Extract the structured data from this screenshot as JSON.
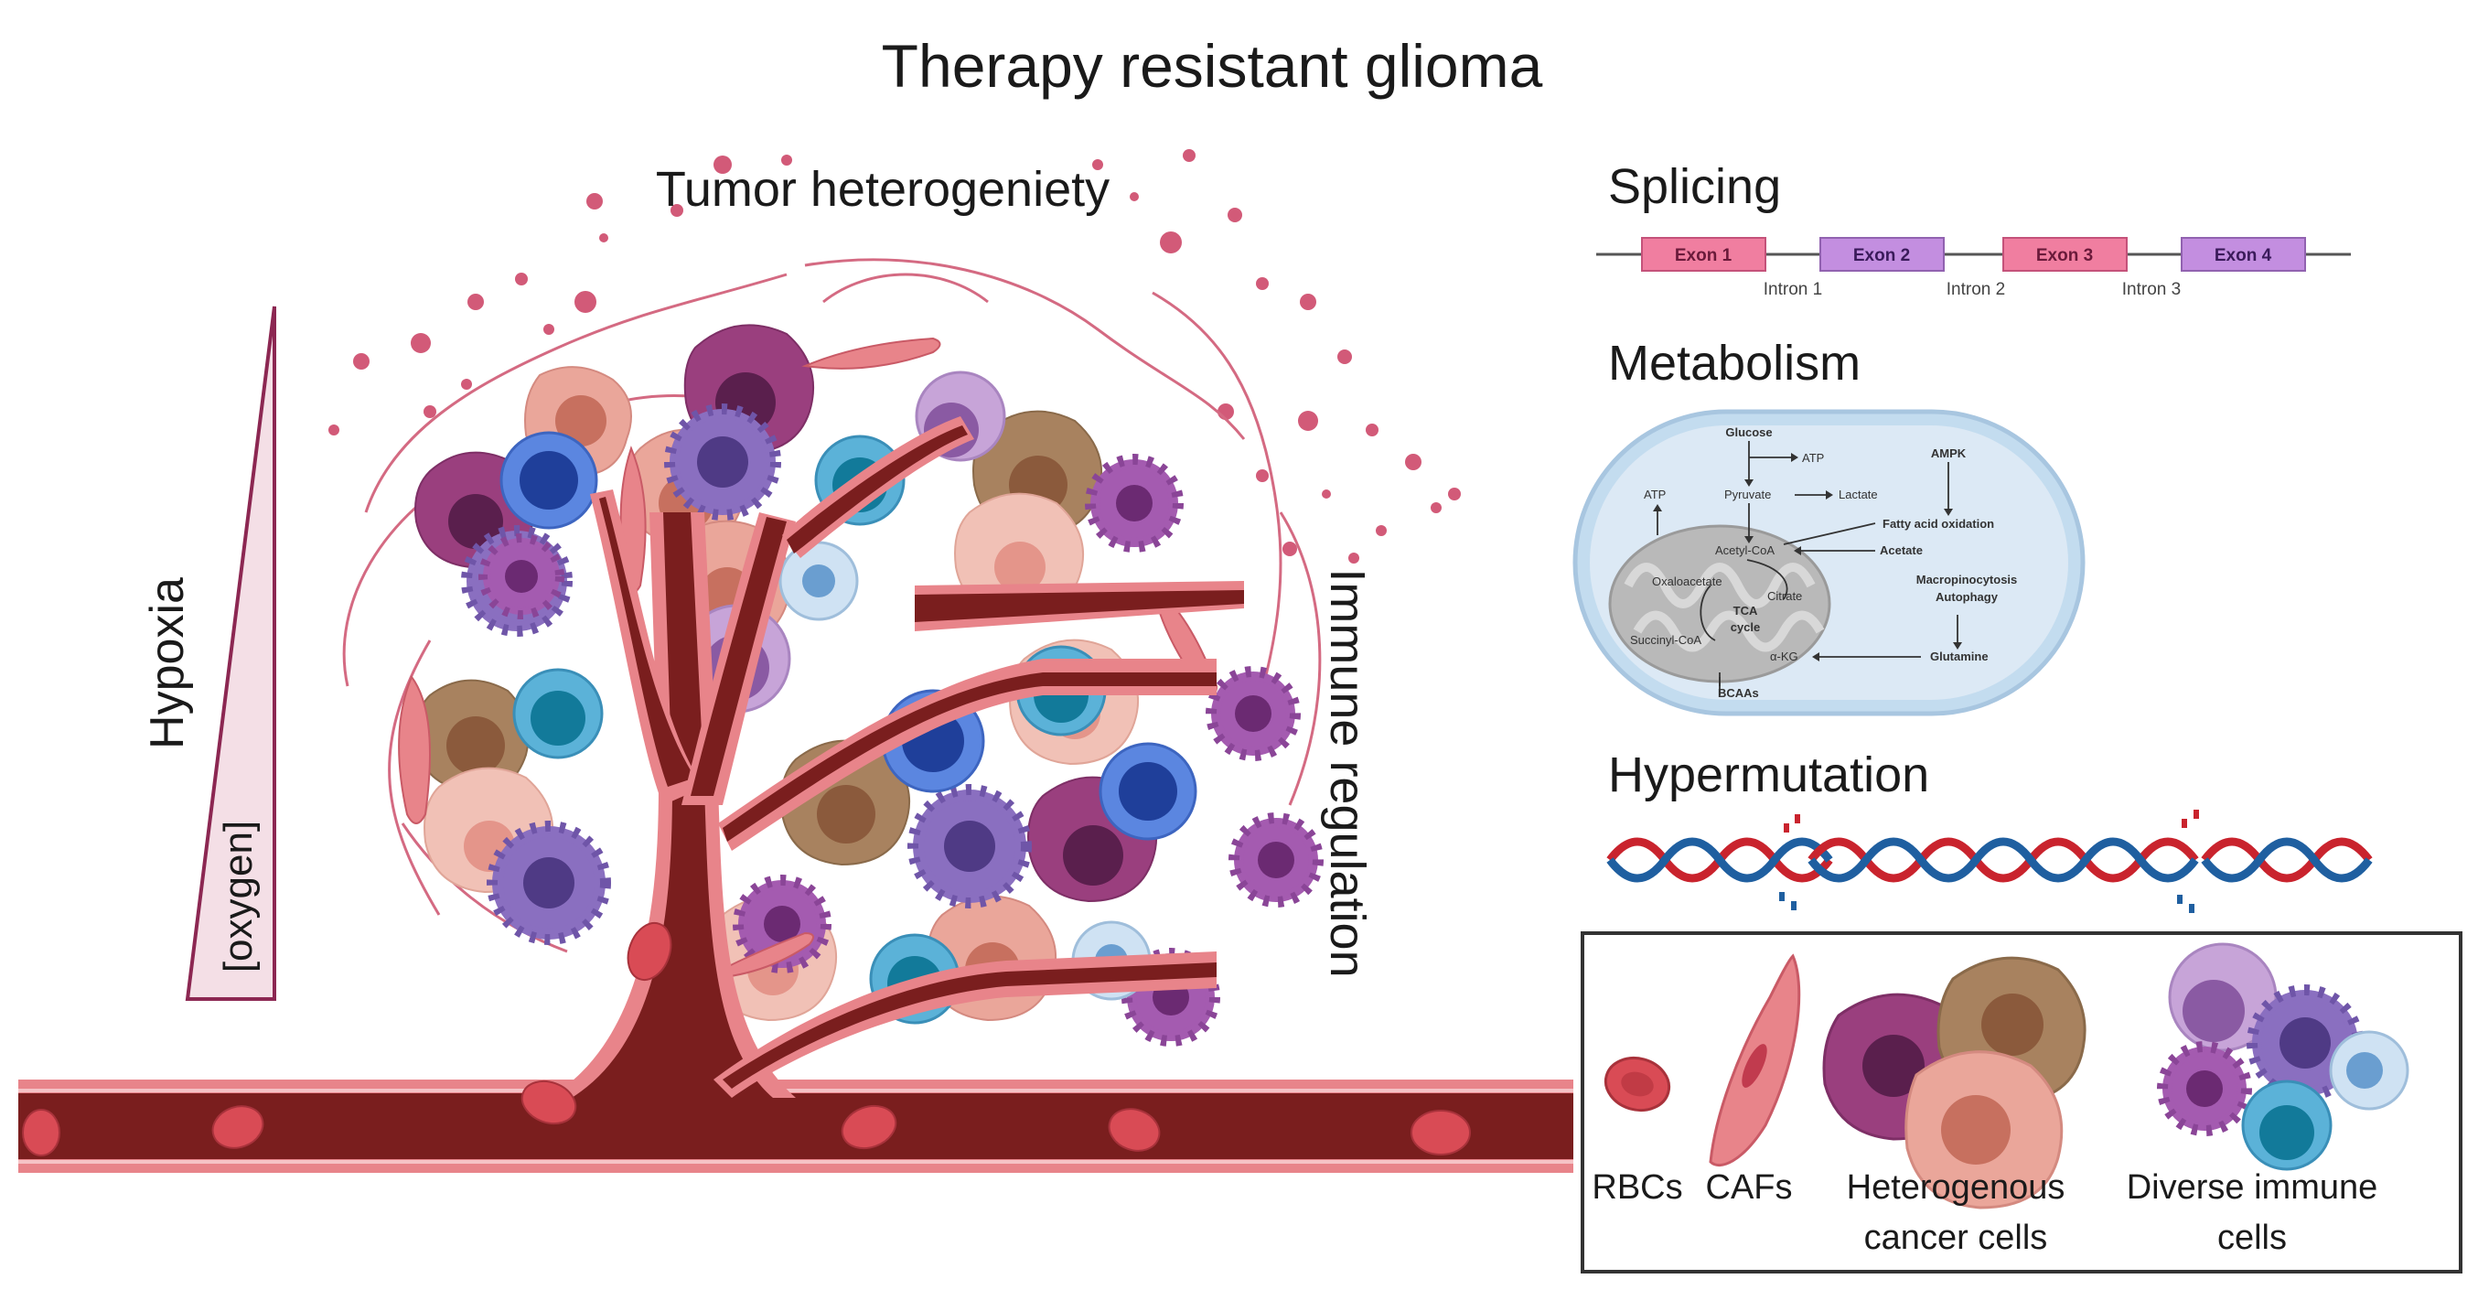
{
  "title": "Therapy resistant glioma",
  "left_panel": {
    "heterogeneity_label": "Tumor heterogeniety",
    "hypoxia_label": "Hypoxia",
    "oxygen_label": "[oxygen]",
    "immune_label": "Immune regulation"
  },
  "splicing": {
    "heading": "Splicing",
    "exons": [
      "Exon 1",
      "Exon 2",
      "Exon 3",
      "Exon 4"
    ],
    "introns": [
      "Intron 1",
      "Intron 2",
      "Intron 3"
    ]
  },
  "metabolism": {
    "heading": "Metabolism",
    "labels": {
      "glucose": "Glucose",
      "atp_top": "ATP",
      "pyruvate": "Pyruvate",
      "lactate": "Lactate",
      "atp_left": "ATP",
      "acetyl_coa": "Acetyl-CoA",
      "oxaloacetate": "Oxaloacetate",
      "citrate": "Citrate",
      "tca": "TCA",
      "cycle": "cycle",
      "succinyl_coa": "Succinyl-CoA",
      "akg": "α-KG",
      "bcaas": "BCAAs",
      "ampk": "AMPK",
      "fao": "Fatty acid oxidation",
      "acetate": "Acetate",
      "macropinocytosis": "Macropinocytosis",
      "autophagy": "Autophagy",
      "glutamine": "Glutamine"
    }
  },
  "hypermutation": {
    "heading": "Hypermutation"
  },
  "legend": {
    "rbcs": "RBCs",
    "cafs": "CAFs",
    "cancer_line1": "Heterogenous",
    "cancer_line2": "cancer cells",
    "immune_line1": "Diverse immune",
    "immune_line2": "cells"
  },
  "colors": {
    "vessel_dark": "#7a1e1e",
    "vessel_wall": "#e8848a",
    "rbc": "#d94b55",
    "exon_pink": "#f07ea0",
    "exon_purple": "#c38ee0",
    "dna_red": "#c9232d",
    "dna_blue": "#1f5fa0"
  }
}
